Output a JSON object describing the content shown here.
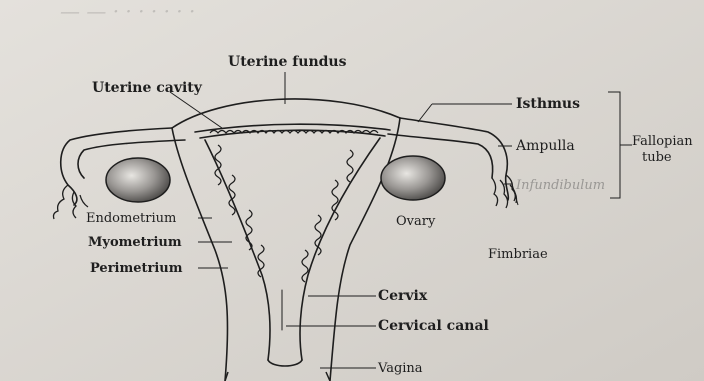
{
  "diagram": {
    "labels": {
      "uterine_fundus": "Uterine fundus",
      "uterine_cavity": "Uterine cavity",
      "isthmus": "Isthmus",
      "ampulla": "Ampulla",
      "infundibulum": "Infundibulum",
      "fallopian_line1": "Fallopian",
      "fallopian_line2": "tube",
      "endometrium": "Endometrium",
      "myometrium": "Myometrium",
      "perimetrium": "Perimetrium",
      "ovary": "Ovary",
      "fimbriae": "Fimbriae",
      "cervix": "Cervix",
      "cervical_canal": "Cervical canal",
      "vagina": "Vagina"
    },
    "colors": {
      "paper": "#d9d6d0",
      "ink": "#1e1e1e",
      "ovary_fill": "#7a7774",
      "faint_text": "#9a9895"
    }
  }
}
